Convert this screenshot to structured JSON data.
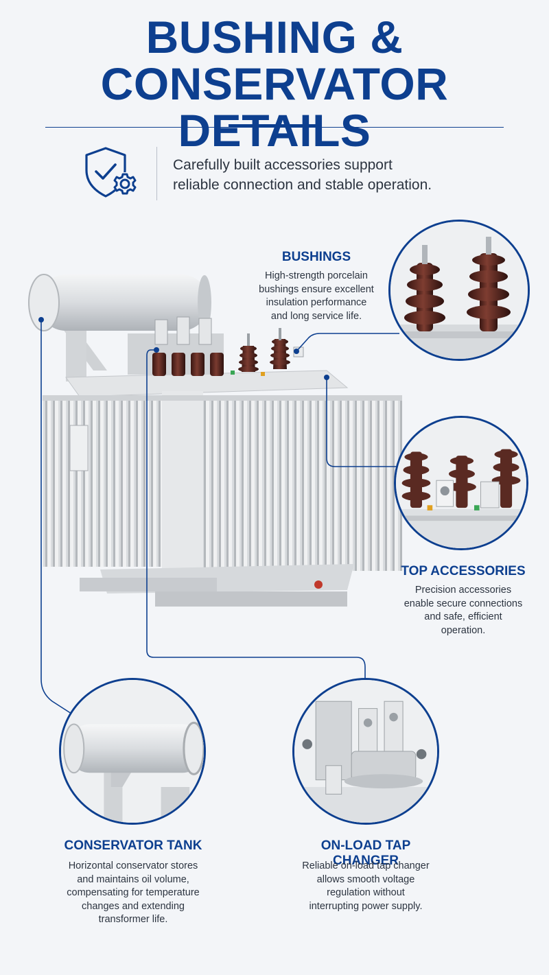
{
  "header": {
    "title_line1": "BUSHING &",
    "title_line2": "CONSERVATOR DETAILS"
  },
  "intro": {
    "icon": "shield-check-gear-icon",
    "line1": "Carefully built accessories support",
    "line2": "reliable connection and stable operation."
  },
  "callouts": {
    "bushings": {
      "title": "BUSHINGS",
      "lines": [
        "High-strength porcelain",
        "bushings ensure excellent",
        "insulation performance",
        "and long service life."
      ]
    },
    "top_accessories": {
      "title": "TOP ACCESSORIES",
      "lines": [
        "Precision accessories",
        "enable secure connections",
        "and safe, efficient",
        "operation."
      ]
    },
    "conservator_tank": {
      "title": "CONSERVATOR TANK",
      "lines": [
        "Horizontal conservator stores",
        "and maintains oil volume,",
        "compensating for temperature",
        "changes and extending",
        "transformer life."
      ]
    },
    "on_load_tap_changer": {
      "title": "ON-LOAD TAP CHANGER",
      "lines": [
        "Reliable on-load tap changer",
        "allows smooth voltage",
        "regulation without",
        "interrupting power supply."
      ]
    }
  },
  "colors": {
    "accent": "#0d3f8f",
    "background": "#f3f5f8",
    "porcelain": "#5a2a22",
    "steel": "#d5d8dc"
  }
}
